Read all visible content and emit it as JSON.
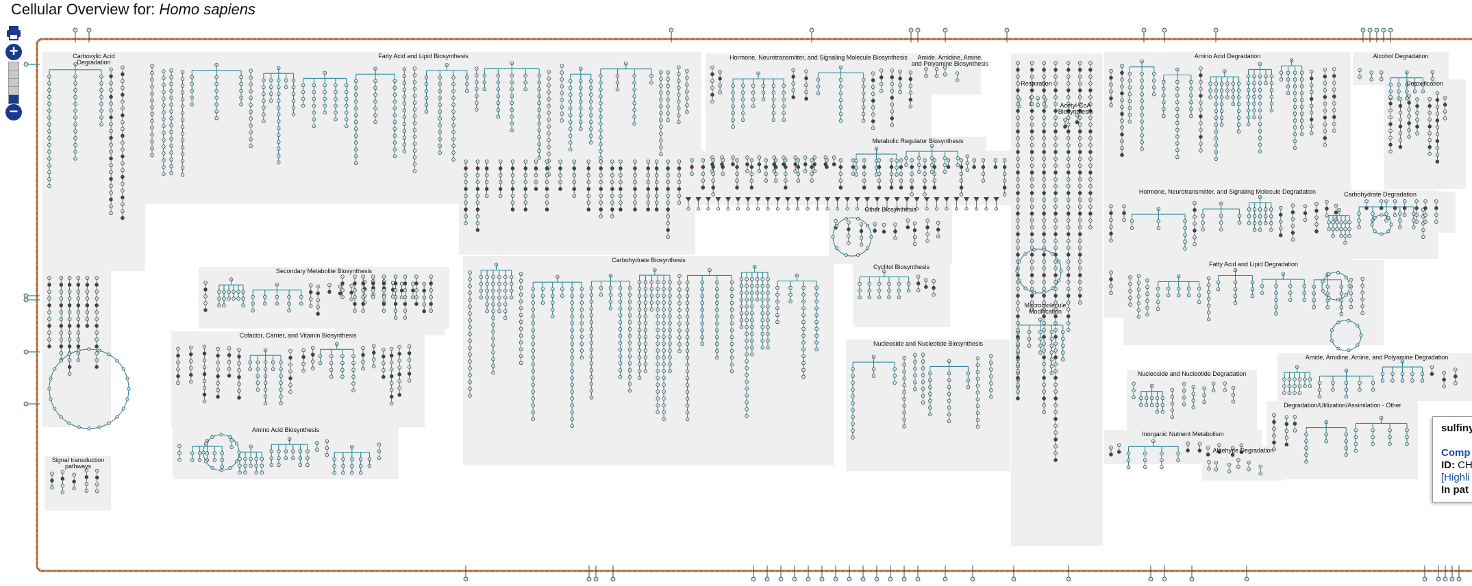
{
  "header": {
    "title_prefix": "Cellular Overview for: ",
    "organism": "Homo sapiens"
  },
  "zoom_controls": {
    "print_label": "print",
    "zoom_in_label": "+",
    "zoom_out_label": "−",
    "levels": 5,
    "active_level": 4
  },
  "colors": {
    "region": "#efefef",
    "pathway_line": "#2a8a9a",
    "membrane": "#a36a38",
    "node_fill": "#bfe6ec",
    "node_stroke": "#333333",
    "dark_node": "#444444",
    "zoom_blue": "#1a3a8a"
  },
  "regions": [
    {
      "label": "Carboxylic Acid\nDegradation"
    },
    {
      "label": "Fatty Acid and Lipid Biosynthesis"
    },
    {
      "label": "Hormone, Neurotransmitter, and Signaling Molecule Biosynthesis"
    },
    {
      "label": "Amide, Amidine, Amine,\nand Polyamine Biosynthesis"
    },
    {
      "label": "Amino Acid Degradation"
    },
    {
      "label": "Alcohol Degradation"
    },
    {
      "label": "Detoxification"
    },
    {
      "label": "Respiration"
    },
    {
      "label": "Acetyl-CoA\nBiosynthesis"
    },
    {
      "label": "Metabolic Regulator Biosynthesis"
    },
    {
      "label": "Hormone, Neurotransmitter, and Signaling Molecule Degradation"
    },
    {
      "label": "Carbohydrate Degradation"
    },
    {
      "label": "Other Biosynthesis"
    },
    {
      "label": "Fatty Acid and Lipid Degradation"
    },
    {
      "label": "Secondary Metabolite Biosynthesis"
    },
    {
      "label": "Carbohydrate Biosynthesis"
    },
    {
      "label": "Cyclitol Biosynthesis"
    },
    {
      "label": "Macromolecule\nModification"
    },
    {
      "label": "Cofactor, Carrier, and Vitamin Biosynthesis"
    },
    {
      "label": "Nucleoside and Nucleotide Biosynthesis"
    },
    {
      "label": "Amide, Amidine, Amine, and Polyamine Degradation"
    },
    {
      "label": "Nucleoside and Nucleotide Degradation"
    },
    {
      "label": "Degradation/Utilization/Assimilation - Other"
    },
    {
      "label": "Amino Acid Biosynthesis"
    },
    {
      "label": "Inorganic Nutrient Metabolism"
    },
    {
      "label": "Aldehyde Degradation"
    },
    {
      "label": "Signal transduction\npathways"
    }
  ],
  "tooltip": {
    "title": "sulfiny",
    "compound": "Comp",
    "id_label": "ID:",
    "id_value": "CH",
    "highlight": "[Highli",
    "in_pathway": "In pat"
  }
}
